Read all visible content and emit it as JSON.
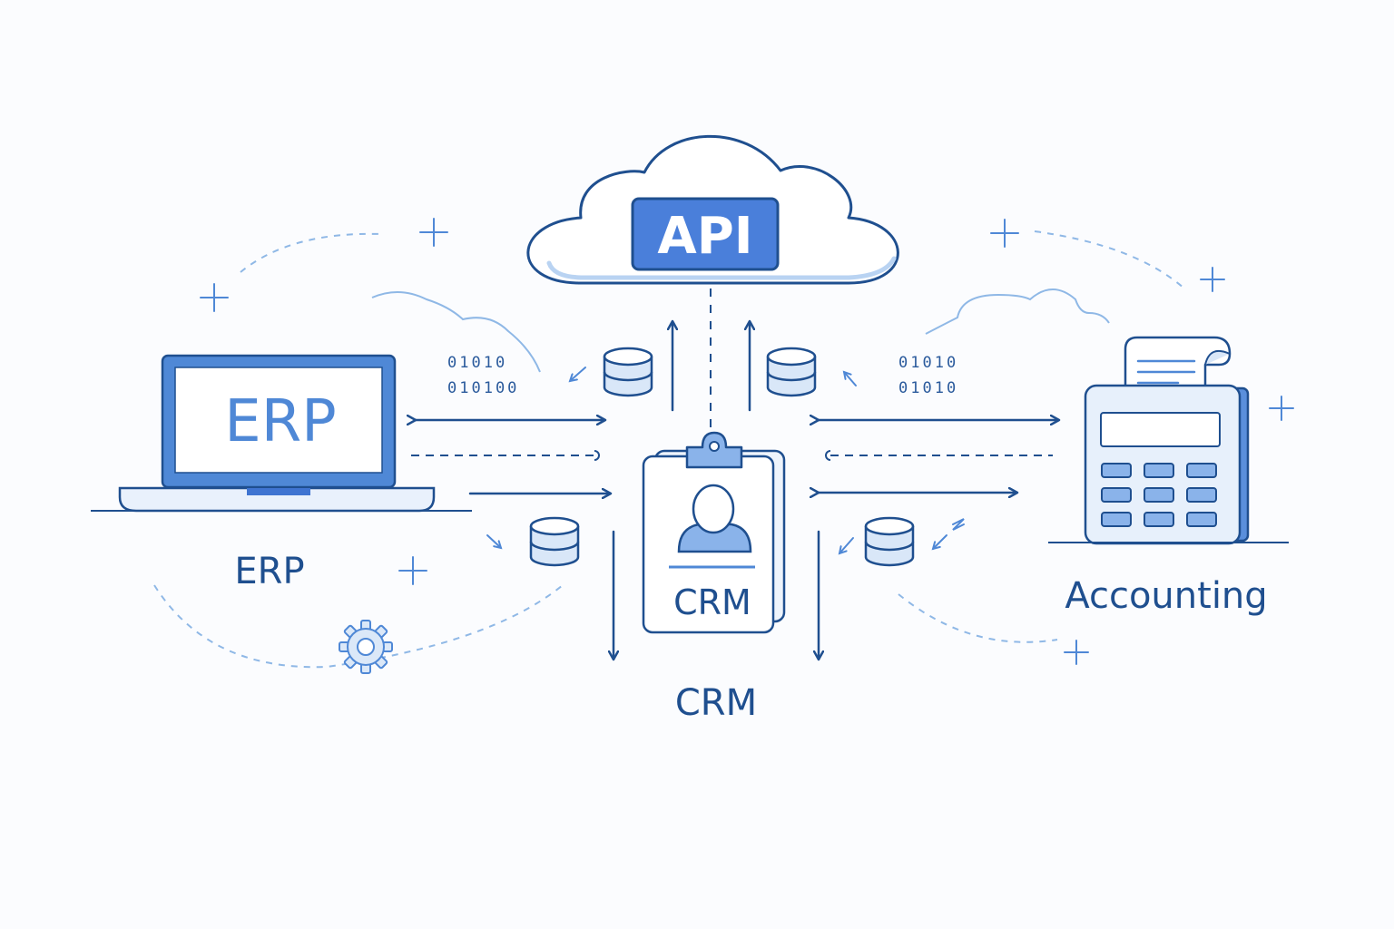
{
  "cloud": {
    "badge": "API"
  },
  "erp": {
    "screen_text": "ERP",
    "label": "ERP"
  },
  "crm": {
    "badge_text": "CRM",
    "label": "CRM"
  },
  "accounting": {
    "label": "Accounting"
  },
  "binary": {
    "left_top": "01010",
    "left_bottom": "010100",
    "right_top": "01010",
    "right_bottom": "01010"
  },
  "colors": {
    "stroke": "#1f4f8f",
    "accent": "#3f74d1",
    "light": "#d9e7f8",
    "dash": "#8fb8e6"
  }
}
